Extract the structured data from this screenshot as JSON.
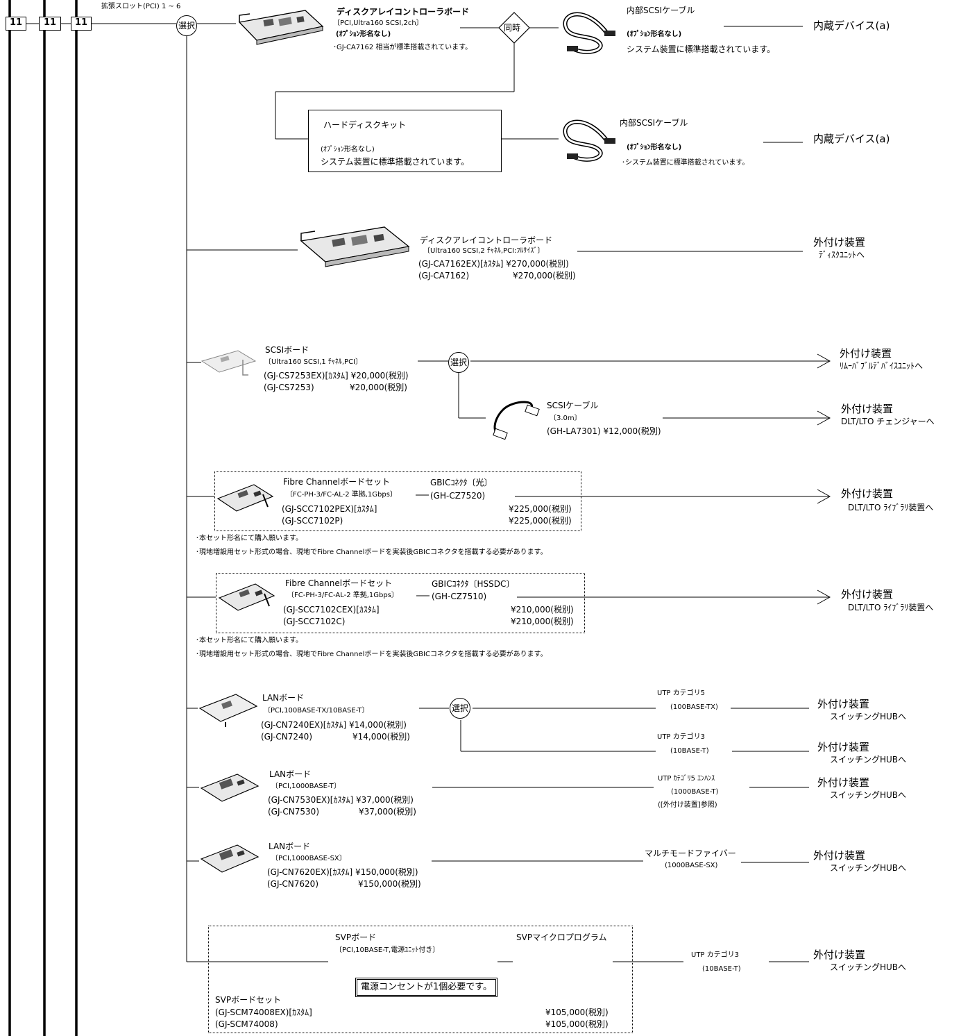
{
  "bus": {
    "labels": [
      "11",
      "11",
      "11"
    ],
    "slot_label": "拡張スロット(PCI)  1 ~ 6"
  },
  "select_label": "選択",
  "simultaneous_label": "同時",
  "internal_device": "内蔵デバイス(a)",
  "dest": {
    "ext_title": "外付け装置",
    "disk_unit": "ﾃﾞｨｽｸﾕﾆｯﾄへ",
    "removable": "ﾘﾑｰﾊﾞﾌﾞﾙﾃﾞﾊﾞｲｽﾕﾆｯﾄへ",
    "dlt_changer": "DLT/LTO チェンジャーへ",
    "dlt_library": "DLT/LTO ﾗｲﾌﾞﾗﾘ装置へ",
    "switching_hub": "スイッチングHUBへ"
  },
  "section1": {
    "board": {
      "title": "ディスクアレイコントローラボード",
      "spec": "〔PCI,Ultra160 SCSI,2ch〕",
      "option": "(ｵﾌﾟｼｮﾝ形名なし)",
      "note": "･GJ-CA7162 相当が標準搭載されています。"
    },
    "cable": {
      "title": "内部SCSIケーブル",
      "option": "(ｵﾌﾟｼｮﾝ形名なし)",
      "note": "システム装置に標準搭載されています。"
    }
  },
  "section2": {
    "kit": {
      "title": "ハードディスクキット",
      "option": "(ｵﾌﾟｼｮﾝ形名なし)",
      "note": "システム装置に標準搭載されています。"
    },
    "cable": {
      "title": "内部SCSIケーブル",
      "option": "(ｵﾌﾟｼｮﾝ形名なし)",
      "note": "･システム装置に標準搭載されています。"
    }
  },
  "section3": {
    "title": "ディスクアレイコントローラボード",
    "spec": "〔Ultra160 SCSI,2 ﾁｬﾈﾙ,PCI:ﾌﾙｻｲｽﾞ〕",
    "line1": "(GJ-CA7162EX)[ｶｽﾀﾑ]  ¥270,000(税別)",
    "line2": "(GJ-CA7162)",
    "price2": "¥270,000(税別)"
  },
  "section4": {
    "title": "SCSIボード",
    "spec": "〔Ultra160 SCSI,1 ﾁｬﾈﾙ,PCI〕",
    "line1": "(GJ-CS7253EX)[ｶｽﾀﾑ]  ¥20,000(税別)",
    "line2": "(GJ-CS7253)",
    "price2": "¥20,000(税別)",
    "cable_title": "SCSIケーブル",
    "cable_spec": "〔3.0m〕",
    "cable_line": "(GH-LA7301)  ¥12,000(税別)"
  },
  "section5": {
    "title": "Fibre Channelボードセット",
    "spec": "〔FC-PH-3/FC-AL-2 準拠,1Gbps〕",
    "gbic_title": "GBICｺﾈｸﾀ〔光〕",
    "gbic_model": "(GH-CZ7520)",
    "line1": "(GJ-SCC7102PEX)[ｶｽﾀﾑ]",
    "line2": "(GJ-SCC7102P)",
    "price1": "¥225,000(税別)",
    "price2": "¥225,000(税別)",
    "note1": "･本セット形名にて購入願います。",
    "note2": "･現地増設用セット形式の場合、現地でFibre Channelボードを実装後GBICコネクタを搭載する必要があります。"
  },
  "section6": {
    "title": "Fibre Channelボードセット",
    "spec": "〔FC-PH-3/FC-AL-2 準拠,1Gbps〕",
    "gbic_title": "GBICｺﾈｸﾀ〔HSSDC〕",
    "gbic_model": "(GH-CZ7510)",
    "line1": "(GJ-SCC7102CEX)[ｶｽﾀﾑ]",
    "line2": "(GJ-SCC7102C)",
    "price1": "¥210,000(税別)",
    "price2": "¥210,000(税別)",
    "note1": "･本セット形名にて購入願います。",
    "note2": "･現地増設用セット形式の場合、現地でFibre Channelボードを実装後GBICコネクタを搭載する必要があります。"
  },
  "section7": {
    "title": "LANボード",
    "spec": "〔PCI,100BASE-TX/10BASE-T〕",
    "line1": "(GJ-CN7240EX)[ｶｽﾀﾑ]  ¥14,000(税別)",
    "line2": "(GJ-CN7240)",
    "price2": "¥14,000(税別)",
    "cable1": "UTP カテゴリ5",
    "cable1_spec": "(100BASE-TX)",
    "cable2": "UTP カテゴリ3",
    "cable2_spec": "(10BASE-T)"
  },
  "section8": {
    "title": "LANボード",
    "spec": "〔PCI,1000BASE-T〕",
    "line1": "(GJ-CN7530EX)[ｶｽﾀﾑ]  ¥37,000(税別)",
    "line2": "(GJ-CN7530)",
    "price2": "¥37,000(税別)",
    "cable": "UTP ｶﾃｺﾞﾘ5 ｴﾝﾊﾝｽ",
    "cable_spec": "(1000BASE-T)",
    "cable_note": "([外付け装置]参照)"
  },
  "section9": {
    "title": "LANボード",
    "spec": "〔PCI,1000BASE-SX〕",
    "line1": "(GJ-CN7620EX)[ｶｽﾀﾑ]  ¥150,000(税別)",
    "line2": "(GJ-CN7620)",
    "price2": "¥150,000(税別)",
    "cable": "マルチモードファイバー",
    "cable_spec": "(1000BASE-SX)"
  },
  "section10": {
    "title": "SVPボード",
    "spec": "〔PCI,10BASE-T,電源ﾕﾆｯﾄ付き〕",
    "microprogram": "SVPマイクロプログラム",
    "notice": "電源コンセントが1個必要です。",
    "set_title": "SVPボードセット",
    "line1": "(GJ-SCM74008EX)[ｶｽﾀﾑ]",
    "line2": "(GJ-SCM74008)",
    "price1": "¥105,000(税別)",
    "price2": "¥105,000(税別)",
    "cable": "UTP カテゴリ3",
    "cable_spec": "(10BASE-T)"
  }
}
